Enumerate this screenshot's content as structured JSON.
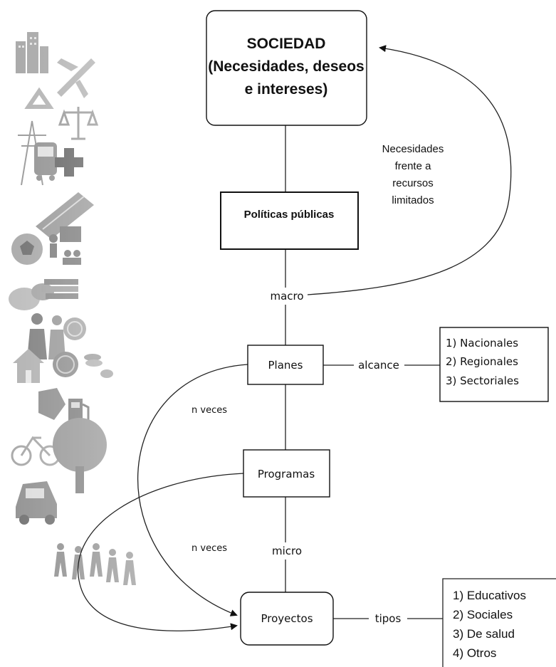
{
  "sociedad": {
    "line1": "SOCIEDAD",
    "line2": "(Necesidades, deseos",
    "line3": "e intereses)"
  },
  "feedback": {
    "line1": "Necesidades",
    "line2": "frente a",
    "line3": "recursos",
    "line4": "limitados"
  },
  "politicas": "Políticas públicas",
  "macro": "macro",
  "planes": "Planes",
  "alcance": "alcance",
  "alcance_list": [
    "1) Nacionales",
    "2) Regionales",
    "3) Sectoriales"
  ],
  "n_veces_1": "n veces",
  "programas": "Programas",
  "n_veces_2": "n veces",
  "micro": "micro",
  "proyectos": "Proyectos",
  "tipos": "tipos",
  "tipos_list": [
    "1) Educativos",
    "2) Sociales",
    "3) De salud",
    "4) Otros"
  ]
}
